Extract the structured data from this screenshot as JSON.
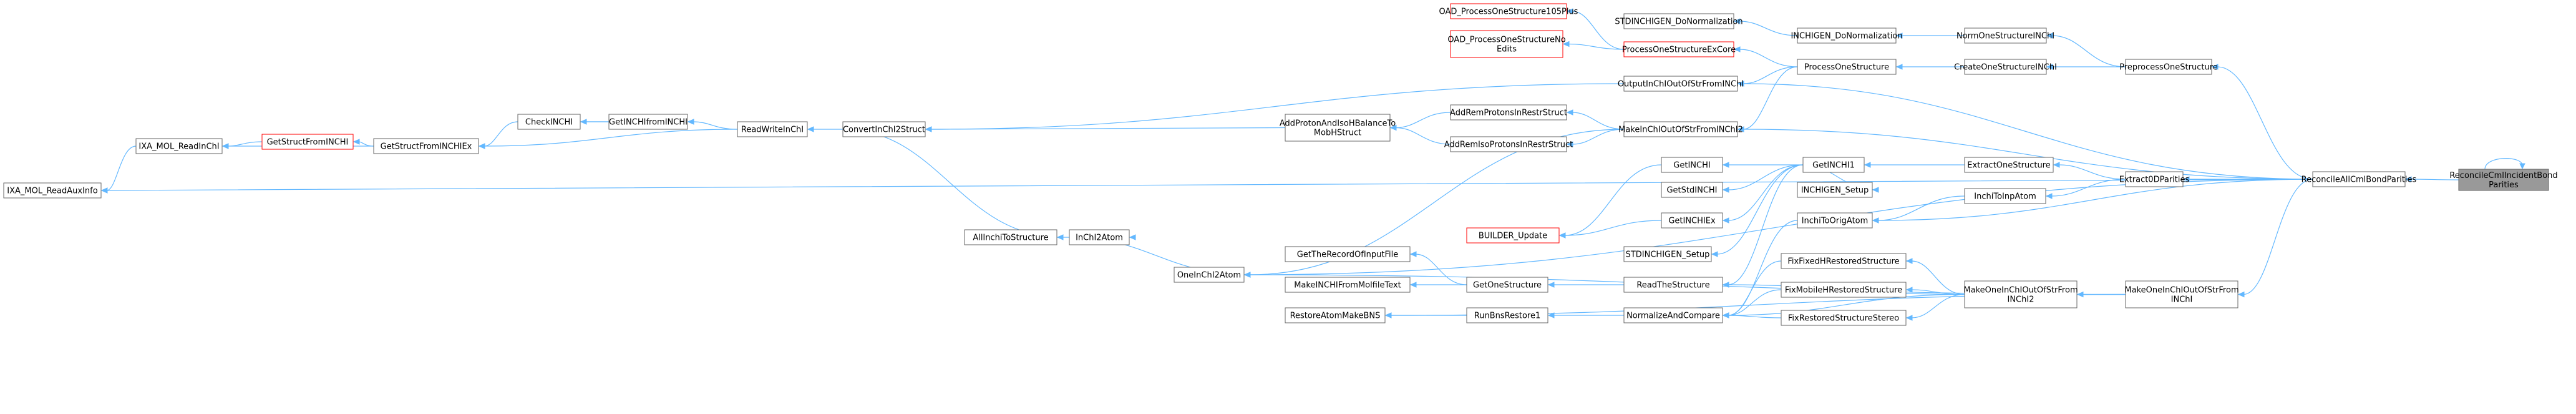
{
  "nodes": {
    "reconcile_incident": [
      "ReconcileCmlIncidentBond",
      "Parities"
    ],
    "reconcile_all": [
      "ReconcileAllCmlBondParities"
    ],
    "extract_0d": [
      "Extract0DParities"
    ],
    "preprocess": [
      "PreprocessOneStructure"
    ],
    "norm_one": [
      "NormOneStructureINChI"
    ],
    "create_one": [
      "CreateOneStructureINChI"
    ],
    "inchigen_donorm": [
      "INCHIGEN_DoNormalization"
    ],
    "stdinchigen_donorm": [
      "STDINCHIGEN_DoNormalization"
    ],
    "process_one": [
      "ProcessOneStructure"
    ],
    "process_one_ex": [
      "ProcessOneStructureExCore"
    ],
    "oad_105plus": [
      "OAD_ProcessOneStructure105Plus"
    ],
    "oad_noedits": [
      "OAD_ProcessOneStructureNo",
      "Edits"
    ],
    "output_inchi": [
      "OutputInChIOutOfStrFromINChI"
    ],
    "make_inchi2": [
      "MakeInChIOutOfStrFromINChI2"
    ],
    "add_rem_protons": [
      "AddRemProtonsInRestrStruct"
    ],
    "add_rem_isoprotons": [
      "AddRemIsoProtonsInRestrStruct"
    ],
    "add_proton": [
      "AddProtonAndIsoHBalanceTo",
      "MobHStruct"
    ],
    "convert_inchi2struct": [
      "ConvertInChI2Struct"
    ],
    "read_write_inchi": [
      "ReadWriteInChI"
    ],
    "get_inchi_from_inchi": [
      "GetINCHIfromINCHI"
    ],
    "check_inchi": [
      "CheckINCHI"
    ],
    "get_struct_from_inchi_ex": [
      "GetStructFromINCHIEx"
    ],
    "get_struct_from_inchi": [
      "GetStructFromINCHI"
    ],
    "ixa_readinchi": [
      "IXA_MOL_ReadInChI"
    ],
    "ixa_readauxinfo": [
      "IXA_MOL_ReadAuxInfo"
    ],
    "get_inchi": [
      "GetINCHI"
    ],
    "get_inchi1": [
      "GetINCHI1"
    ],
    "get_std_inchi": [
      "GetStdINCHI"
    ],
    "get_inchi_ex": [
      "GetINCHIEx"
    ],
    "inchigen_setup": [
      "INCHIGEN_Setup"
    ],
    "stdinchigen_setup": [
      "STDINCHIGEN_Setup"
    ],
    "builder_update": [
      "BUILDER_Update"
    ],
    "extract_one": [
      "ExtractOneStructure"
    ],
    "inchi_to_orig": [
      "InchiToOrigAtom"
    ],
    "inchi_to_inp": [
      "InchiToInpAtom"
    ],
    "all_inchi_to_structure": [
      "AllInchiToStructure"
    ],
    "inchi2atom": [
      "InChI2Atom"
    ],
    "one_inchi2atom": [
      "OneInChI2Atom"
    ],
    "get_next_record": [
      "GetTheRecordOfInputFile"
    ],
    "make_inchi_from_molfile": [
      "MakeINCHIFromMolfileText"
    ],
    "get_one_structure": [
      "GetOneStructure"
    ],
    "read_the_structure": [
      "ReadTheStructure"
    ],
    "restore_atom_make_bns": [
      "RestoreAtomMakeBNS"
    ],
    "run_bns_restore1": [
      "RunBnsRestore1"
    ],
    "normalize_compare": [
      "NormalizeAndCompare"
    ],
    "fix_fixed_h": [
      "FixFixedHRestoredStructure"
    ],
    "fix_mobile_h": [
      "FixMobileHRestoredStructure"
    ],
    "fix_stereo": [
      "FixRestoredStructureStereo"
    ],
    "make_one_inchi2": [
      "MakeOneInChIOutOfStrFrom",
      "INChI2"
    ],
    "make_one_inchi": [
      "MakeOneInChIOutOfStrFrom",
      "INChI"
    ]
  },
  "colors": {
    "edge": "#63b8ff",
    "node_border": "#666666",
    "node_border_incomplete": "#ff0000",
    "focus_node_fill": "#999999"
  }
}
